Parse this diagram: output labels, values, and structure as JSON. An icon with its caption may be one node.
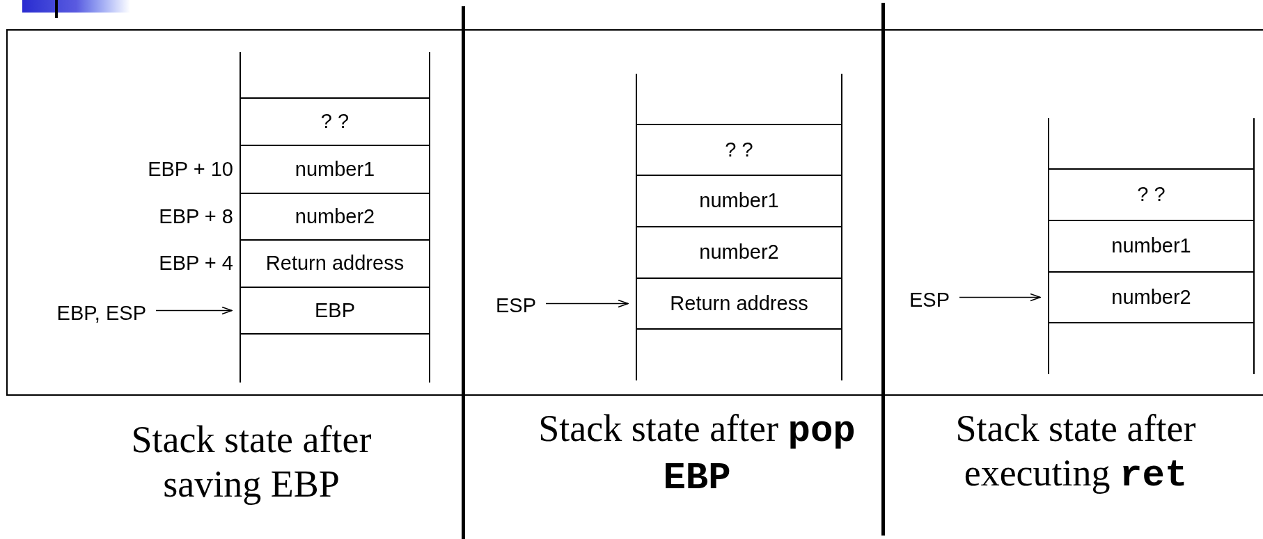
{
  "diagram": {
    "nodes": [
      {
        "text": [
          "? ?"
        ]
      },
      {
        "text": [
          "number1"
        ],
        "beside": [
          "EBP + 10"
        ]
      },
      {
        "text": [
          "number2"
        ],
        "beside": [
          "EBP + 8"
        ]
      },
      {
        "text": [
          "Return address"
        ],
        "beside": [
          "EBP + 4"
        ]
      },
      {
        "text": [
          "EBP"
        ]
      },
      {
        "text": [
          "EBP, ESP"
        ]
      },
      {
        "text": [
          "? ?"
        ]
      },
      {
        "text": [
          "number1"
        ]
      },
      {
        "text": [
          "number2"
        ]
      },
      {
        "text": [
          "Return address"
        ]
      },
      {
        "text": [
          "ESP"
        ]
      },
      {
        "text": [
          "? ?"
        ]
      },
      {
        "text": [
          "number1"
        ]
      },
      {
        "text": [
          "number2"
        ]
      },
      {
        "text": [
          "ESP"
        ]
      }
    ],
    "edges": [
      {
        "from": 5,
        "to": 4,
        "arrow": "to"
      },
      {
        "from": 10,
        "to": 9,
        "arrow": "to"
      },
      {
        "from": 14,
        "to": 13,
        "arrow": "to"
      }
    ],
    "labels": [
      "Stack state after saving EBP",
      "Stack state after **pop   EBP**",
      "Stack state after executing **ret**"
    ]
  }
}
